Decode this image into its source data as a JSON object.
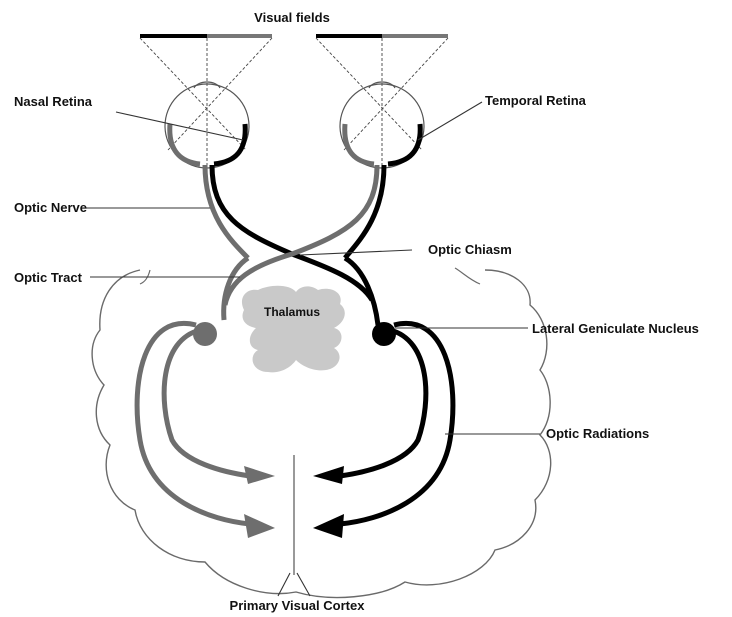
{
  "labels": {
    "visual_fields": "Visual fields",
    "nasal_retina": "Nasal Retina",
    "temporal_retina": "Temporal Retina",
    "optic_nerve": "Optic Nerve",
    "optic_chiasm": "Optic Chiasm",
    "optic_tract": "Optic Tract",
    "thalamus": "Thalamus",
    "lateral_geniculate_nucleus": "Lateral Geniculate Nucleus",
    "optic_radiations": "Optic Radiations",
    "primary_visual_cortex": "Primary Visual Cortex"
  },
  "colors": {
    "left_pathway": "#6e6e6e",
    "right_pathway": "#000000",
    "thalamus_fill": "#c9c9c9",
    "brain_outline": "#6a6a6a",
    "leader_line": "#333333"
  }
}
